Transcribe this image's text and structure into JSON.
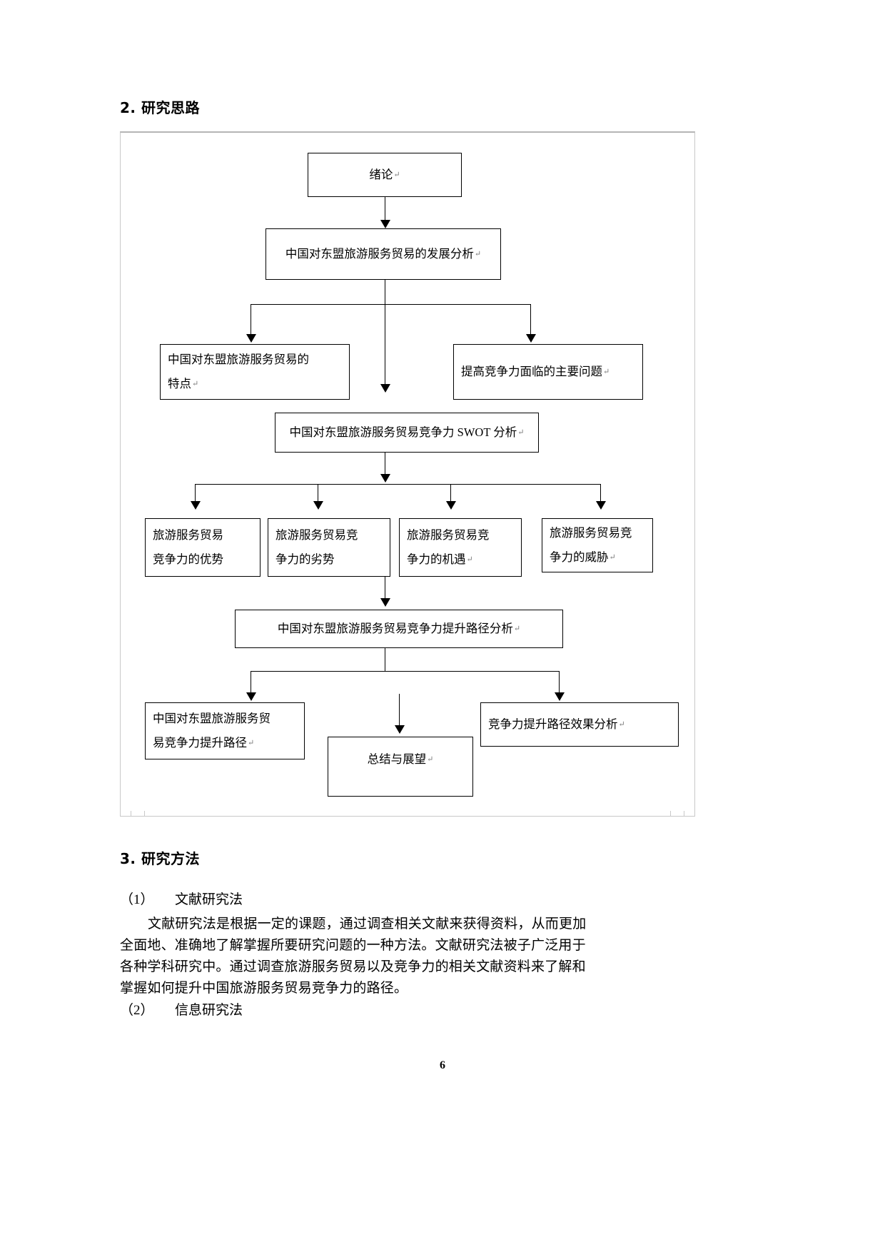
{
  "document": {
    "page_number": "6"
  },
  "sections": {
    "research_approach_heading": "2. 研究思路",
    "research_method_heading": "3. 研究方法"
  },
  "flowchart": {
    "type": "flowchart",
    "pilcrow_mark": "↵",
    "nodes": [
      {
        "id": "n1",
        "lines": [
          "绪论"
        ],
        "mark": true
      },
      {
        "id": "n2",
        "lines": [
          "中国对东盟旅游服务贸易的发展分析"
        ],
        "mark": true
      },
      {
        "id": "n3",
        "lines": [
          "中国对东盟旅游服务贸易的",
          "特点"
        ],
        "mark": true
      },
      {
        "id": "n4",
        "lines": [
          "提高竞争力面临的主要问题"
        ],
        "mark": true
      },
      {
        "id": "n5",
        "lines": [
          "中国对东盟旅游服务贸易竞争力 SWOT 分析"
        ],
        "mark": true
      },
      {
        "id": "n6",
        "lines": [
          "旅游服务贸易",
          "竞争力的优势"
        ],
        "mark": false
      },
      {
        "id": "n7",
        "lines": [
          "旅游服务贸易竞",
          "争力的劣势"
        ],
        "mark": false
      },
      {
        "id": "n8",
        "lines": [
          "旅游服务贸易竞",
          "争力的机遇"
        ],
        "mark": true
      },
      {
        "id": "n9",
        "lines": [
          "旅游服务贸易竞",
          "争力的威胁"
        ],
        "mark": true
      },
      {
        "id": "n10",
        "lines": [
          "中国对东盟旅游服务贸易竞争力提升路径分析"
        ],
        "mark": true
      },
      {
        "id": "n11",
        "lines": [
          "中国对东盟旅游服务贸",
          "易竞争力提升路径"
        ],
        "mark": true
      },
      {
        "id": "n12",
        "lines": [
          "总结与展望"
        ],
        "mark": true
      },
      {
        "id": "n13",
        "lines": [
          "竞争力提升路径效果分析"
        ],
        "mark": true
      }
    ]
  },
  "method_section": {
    "item1_number": "（1）",
    "item1_title": "文献研究法",
    "item1_body": [
      "文献研究法是根据一定的课题，通过调查相关文献来获得资料，从而更加",
      "全面地、准确地了解掌握所要研究问题的一种方法。文献研究法被子广泛用于",
      "各种学科研究中。通过调查旅游服务贸易以及竞争力的相关文献资料来了解和",
      "掌握如何提升中国旅游服务贸易竞争力的路径。"
    ],
    "item2_number": "（2）",
    "item2_title": "信息研究法"
  }
}
